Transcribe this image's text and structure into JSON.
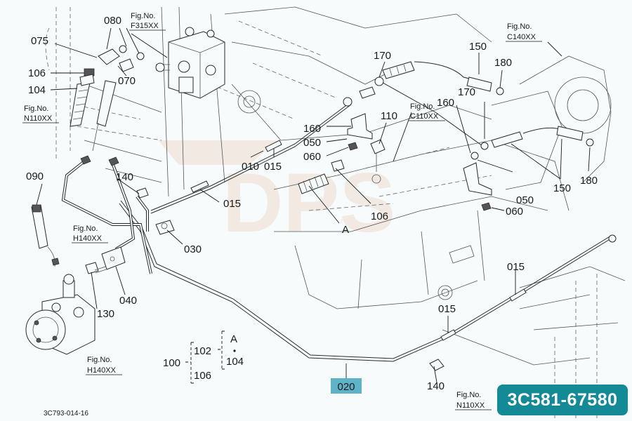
{
  "callouts": {
    "c075": "075",
    "c080": "080",
    "c070": "070",
    "c106a": "106",
    "c104": "104",
    "c090": "090",
    "c140a": "140",
    "c130": "130",
    "c040": "040",
    "c030": "030",
    "c015a": "015",
    "c010": "010",
    "c015b": "015",
    "c160a": "160",
    "c050a": "050",
    "c060a": "060",
    "c110": "110",
    "c106b": "106",
    "c170a": "170",
    "c150a": "150",
    "c180a": "180",
    "c160b": "160",
    "c170b": "170",
    "c150b": "150",
    "c180b": "180",
    "c050b": "050",
    "c060b": "060",
    "c015c": "015",
    "c015d": "015",
    "c140b": "140",
    "c020": "020",
    "markerA": "A",
    "groupA": "A",
    "g100": "100",
    "g102": "102",
    "g104": "104",
    "g106": "106"
  },
  "figrefs": {
    "f315": {
      "line1": "Fig.No.",
      "line2": "F315XX"
    },
    "n110a": {
      "line1": "Fig.No.",
      "line2": "N110XX"
    },
    "h140a": {
      "line1": "Fig.No.",
      "line2": "H140XX"
    },
    "h140b": {
      "line1": "Fig.No.",
      "line2": "H140XX"
    },
    "c110": {
      "line1": "Fig.No.",
      "line2": "C110XX"
    },
    "c140": {
      "line1": "Fig.No.",
      "line2": "C140XX"
    },
    "n110b": {
      "line1": "Fig.No.",
      "line2": "N110XX"
    }
  },
  "footer": {
    "drawing_code": "3C793-014-16"
  },
  "badge": {
    "part_number": "3C581-67580"
  },
  "watermark": "DPS",
  "colors": {
    "highlight": "#5fb3c7",
    "badge_bg": "#138a95",
    "line": "#2a2a2a",
    "watermark": "#e8c8b4"
  }
}
